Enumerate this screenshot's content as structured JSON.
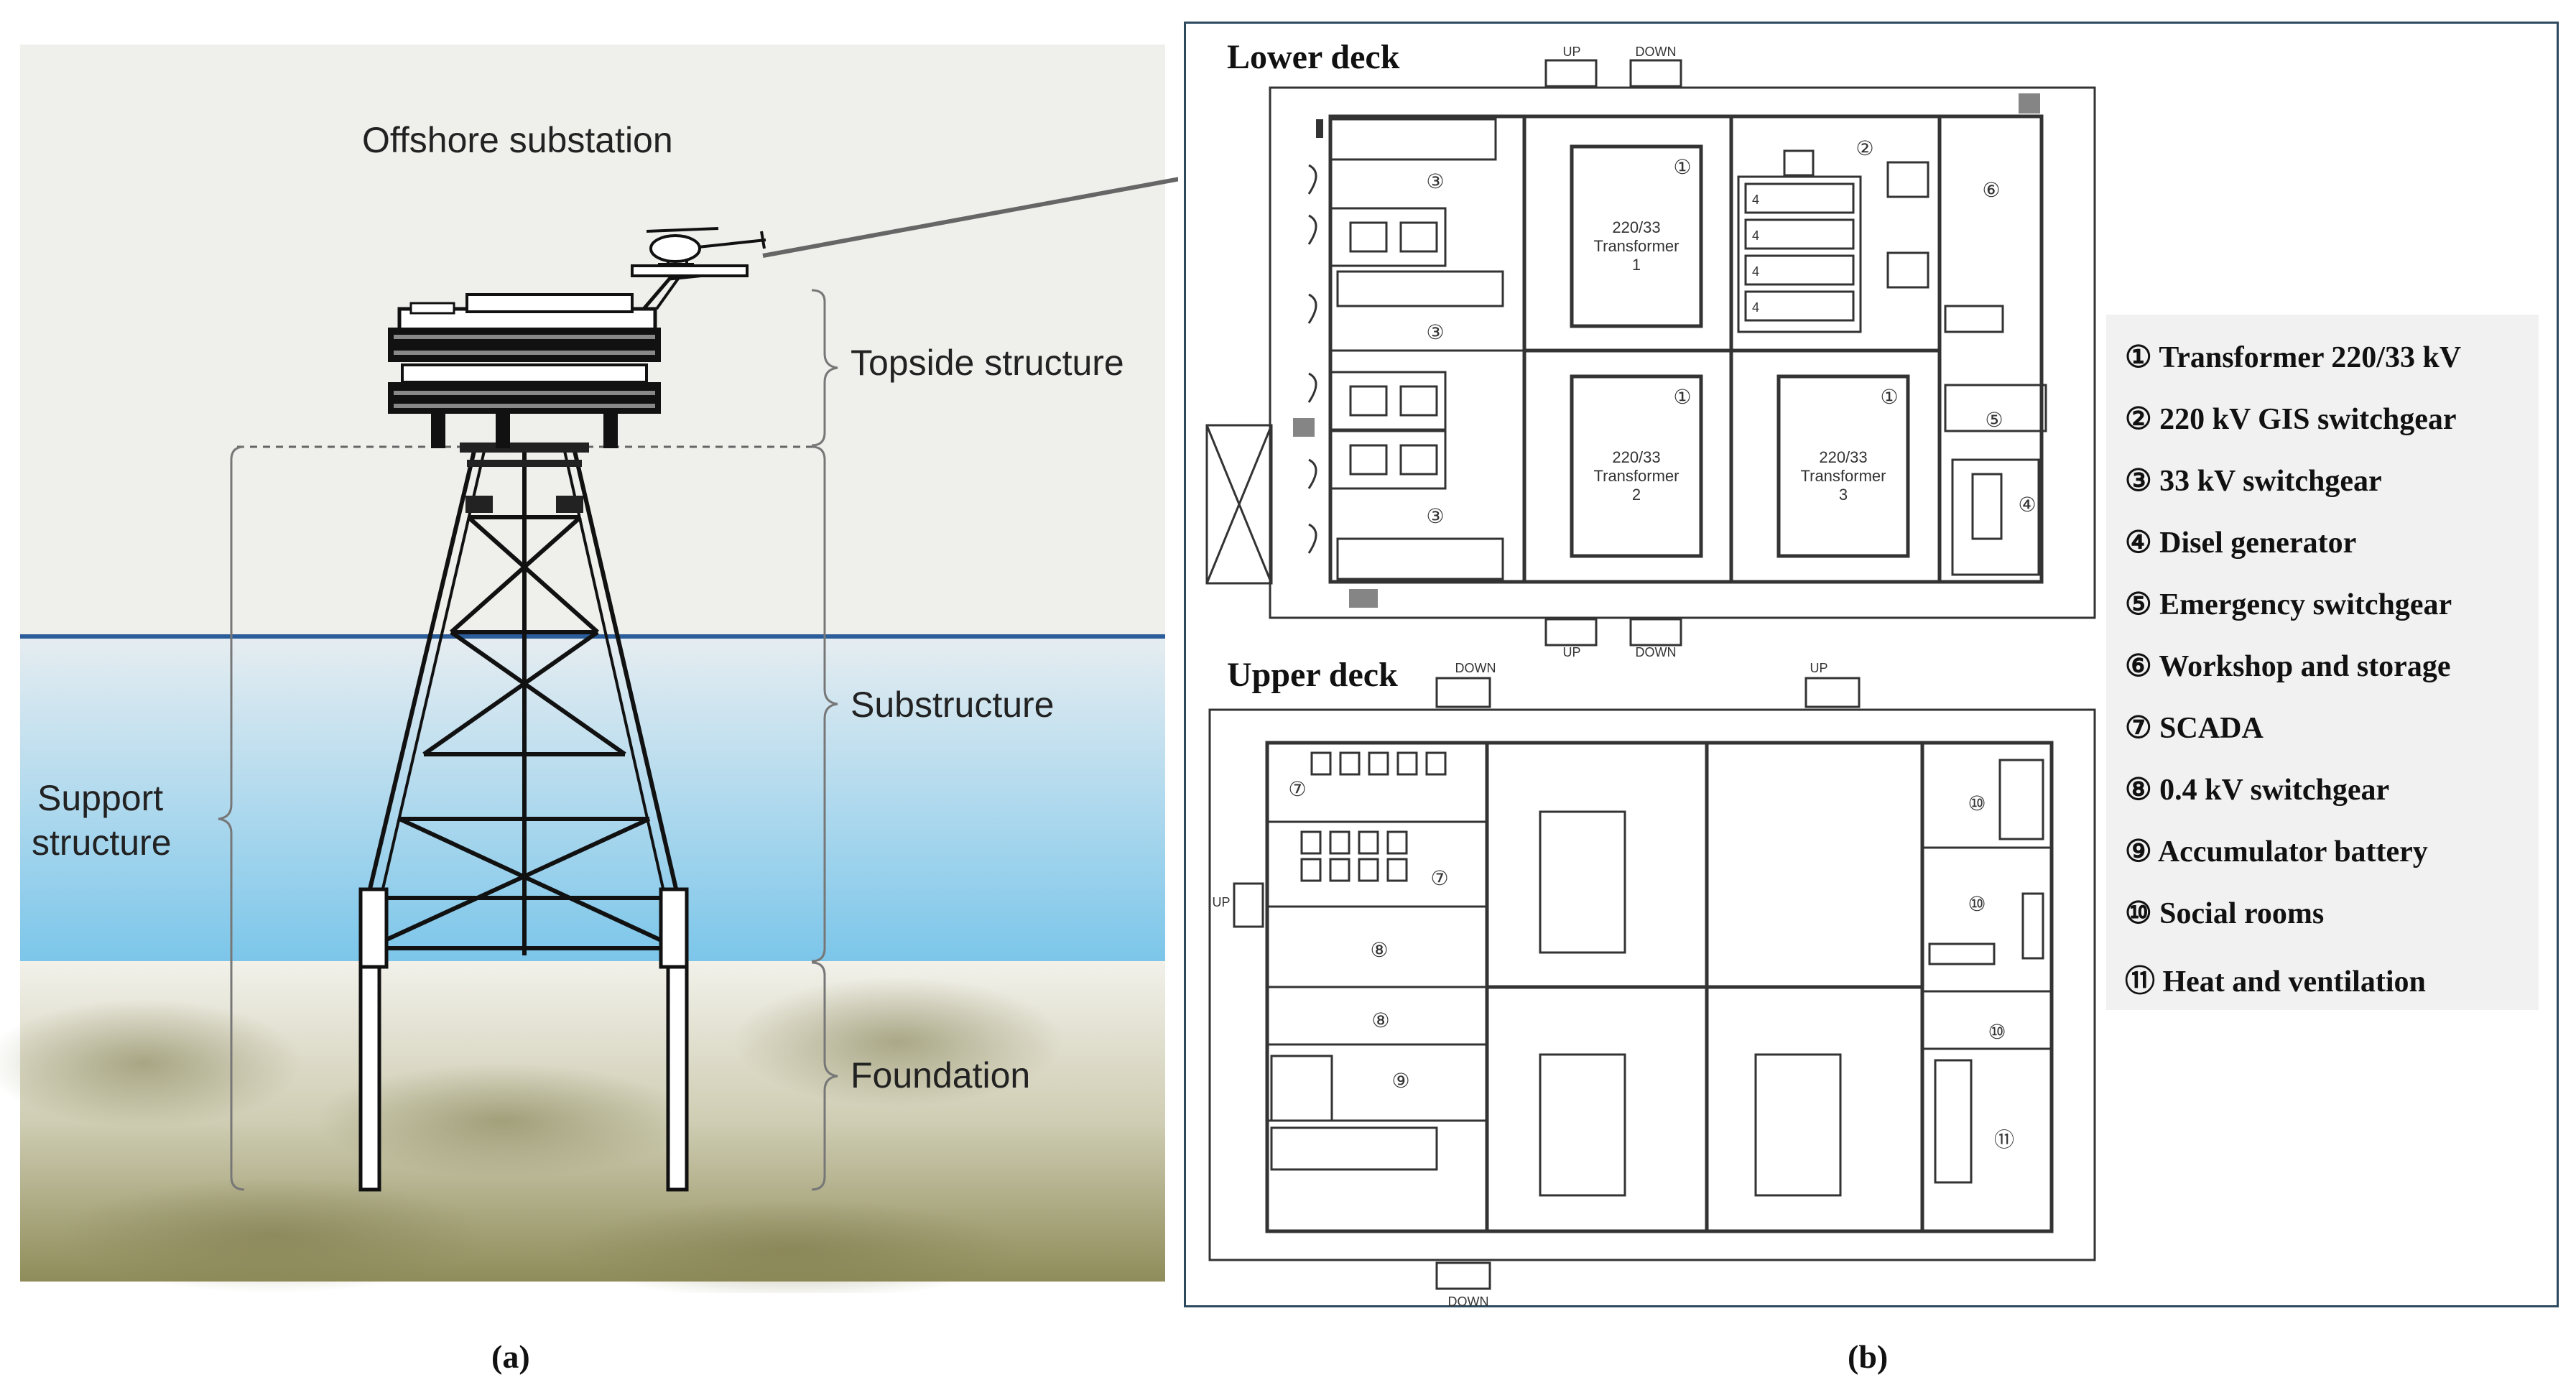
{
  "panel_a": {
    "title": "Offshore substation",
    "labels": {
      "topside": "Topside structure",
      "substructure": "Substructure",
      "foundation": "Foundation",
      "support_line1": "Support",
      "support_line2": "structure"
    },
    "caption": "(a)"
  },
  "panel_b": {
    "lower_deck_title": "Lower deck",
    "upper_deck_title": "Upper deck",
    "stairs": {
      "up": "UP",
      "down": "DOWN"
    },
    "transformers": [
      {
        "num": "①",
        "l1": "220/33",
        "l2": "Transformer",
        "l3": "1"
      },
      {
        "num": "①",
        "l1": "220/33",
        "l2": "Transformer",
        "l3": "2"
      },
      {
        "num": "①",
        "l1": "220/33",
        "l2": "Transformer",
        "l3": "3"
      }
    ],
    "room_marks": {
      "two": "②",
      "three": "③",
      "four": "④",
      "five": "⑤",
      "six": "⑥",
      "seven": "⑦",
      "eight": "⑧",
      "nine": "⑨",
      "ten": "⑩",
      "eleven": "⑪",
      "gis_bay": "4"
    },
    "caption": "(b)"
  },
  "legend": [
    "① Transformer 220/33 kV",
    "② 220 kV GIS switchgear",
    "③ 33 kV switchgear",
    "④ Disel generator",
    "⑤ Emergency switchgear",
    "⑥ Workshop and storage",
    "⑦ SCADA",
    "⑧ 0.4 kV switchgear",
    "⑨ Accumulator battery",
    "⑩ Social rooms",
    "⑪ Heat and ventilation"
  ]
}
